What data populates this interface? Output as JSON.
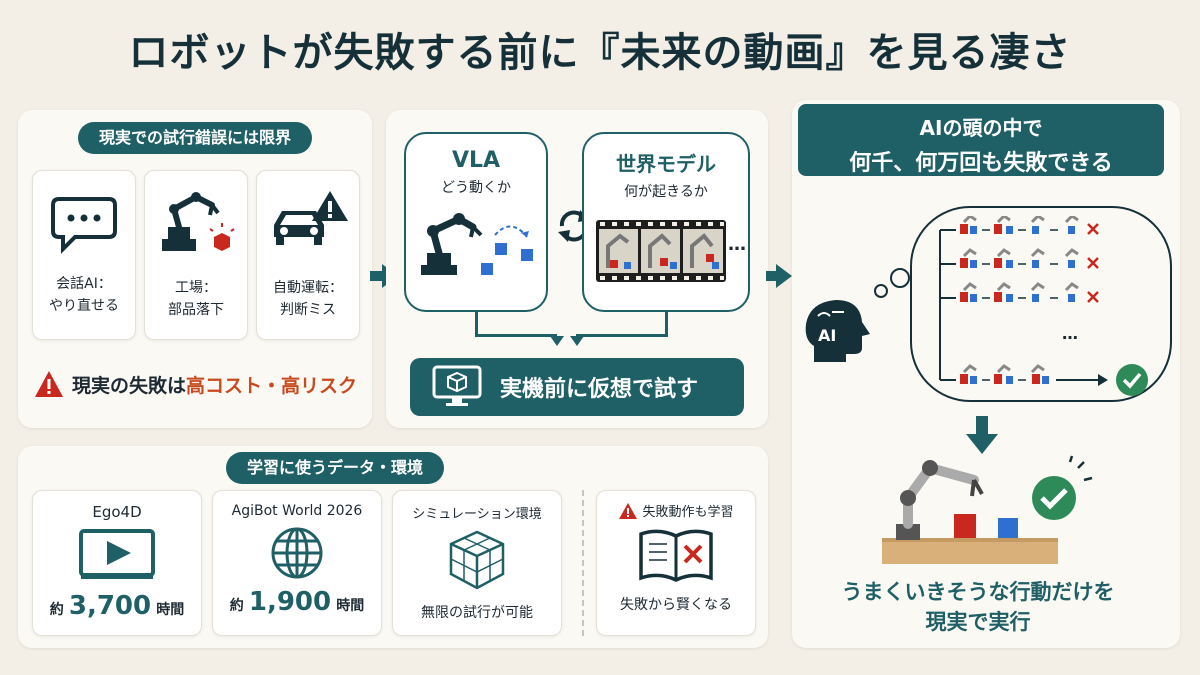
{
  "title": "ロボットが失敗する前に『未来の動画』を見る凄さ",
  "left_top": {
    "header": "現実での試行錯誤には限界",
    "cards": [
      {
        "icon": "chat-bubble-icon",
        "line1": "会話AI：",
        "line2": "やり直せる"
      },
      {
        "icon": "factory-robot-icon",
        "line1": "工場：",
        "line2": "部品落下"
      },
      {
        "icon": "car-warning-icon",
        "line1": "自動運転：",
        "line2": "判断ミス"
      }
    ],
    "warning_prefix": "現実の失敗は",
    "warning_highlight": "高コスト・高リスク"
  },
  "middle": {
    "vla_title": "VLA",
    "vla_sub": "どう動くか",
    "world_title": "世界モデル",
    "world_sub": "何が起きるか",
    "ellipsis": "…",
    "action": "実機前に仮想で試す"
  },
  "right": {
    "header_line1": "AIの頭の中で",
    "header_line2": "何千、何万回も失敗できる",
    "ai_label": "AI",
    "dots": "…",
    "result_line1": "うまくいきそうな行動だけを",
    "result_line2": "現実で実行"
  },
  "bottom": {
    "header": "学習に使うデータ・環境",
    "cards": [
      {
        "title": "Ego4D",
        "icon": "video-play-icon",
        "prefix": "約",
        "value": "3,700",
        "suffix": "時間"
      },
      {
        "title": "AgiBot World 2026",
        "icon": "globe-icon",
        "prefix": "約",
        "value": "1,900",
        "suffix": "時間"
      },
      {
        "title": "シミュレーション環境",
        "icon": "cube-grid-icon",
        "caption": "無限の試行が可能"
      },
      {
        "title": "失敗動作も学習",
        "icon": "book-x-icon",
        "caption": "失敗から賢くなる"
      }
    ]
  },
  "colors": {
    "teal": "#1f5f66",
    "red": "#c84a1d",
    "green": "#2f8a5a",
    "blue": "#2f6fd0"
  }
}
